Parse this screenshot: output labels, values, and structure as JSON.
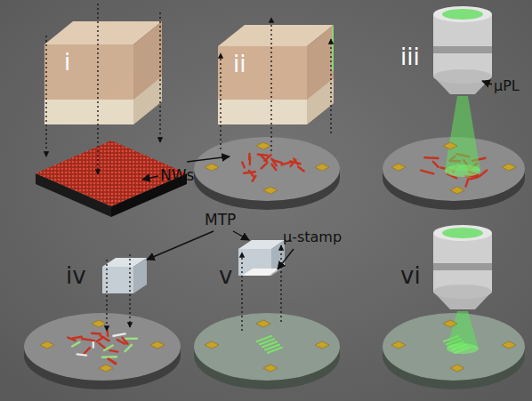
{
  "diagram": {
    "labels": [
      "i",
      "ii",
      "iii",
      "NWs",
      "μPL",
      "iv",
      "v",
      "vi",
      "MTP",
      "μ-stamp"
    ]
  }
}
